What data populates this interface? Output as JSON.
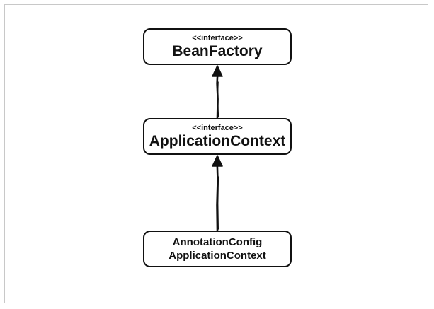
{
  "diagram": {
    "nodes": [
      {
        "id": "beanfactory",
        "stereotype": "<<interface>>",
        "title": "BeanFactory"
      },
      {
        "id": "applicationcontext",
        "stereotype": "<<interface>>",
        "title": "ApplicationContext"
      },
      {
        "id": "annotationconfig",
        "line1": "AnnotationConfig",
        "line2": "ApplicationContext"
      }
    ],
    "edges": [
      {
        "from": "applicationcontext",
        "to": "beanfactory",
        "type": "inheritance"
      },
      {
        "from": "annotationconfig",
        "to": "applicationcontext",
        "type": "inheritance"
      }
    ],
    "colors": {
      "stroke": "#111111",
      "frame": "#c8c8c8",
      "background": "#ffffff"
    }
  }
}
